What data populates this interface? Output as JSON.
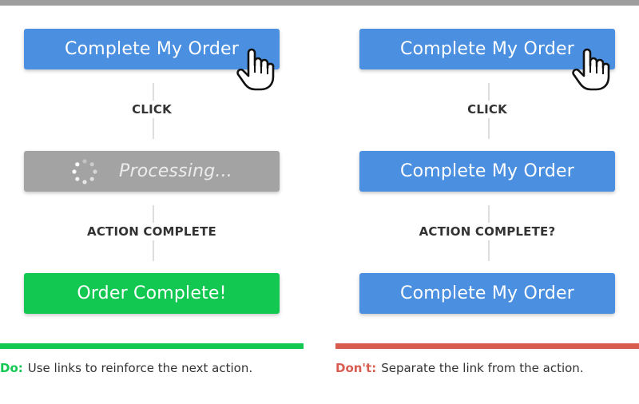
{
  "colors": {
    "button_blue": "#4a8fe0",
    "button_gray": "#a3a3a3",
    "button_green": "#12c851",
    "do_green": "#12c851",
    "dont_red": "#d95c50",
    "top_bar": "#9e9e9e"
  },
  "icons": [
    "pointer-hand-icon",
    "loading-spinner-icon"
  ],
  "do_column": {
    "button_1": "Complete My Order",
    "step_1": "CLICK",
    "button_2": "Processing...",
    "step_2": "ACTION COMPLETE",
    "button_3": "Order Complete!",
    "caption_prefix": "Do:",
    "caption_text": "Use links to reinforce the next action."
  },
  "dont_column": {
    "button_1": "Complete My Order",
    "step_1": "CLICK",
    "button_2": "Complete My Order",
    "step_2": "ACTION COMPLETE?",
    "button_3": "Complete My Order",
    "caption_prefix": "Don't:",
    "caption_text": "Separate the link from the action."
  }
}
